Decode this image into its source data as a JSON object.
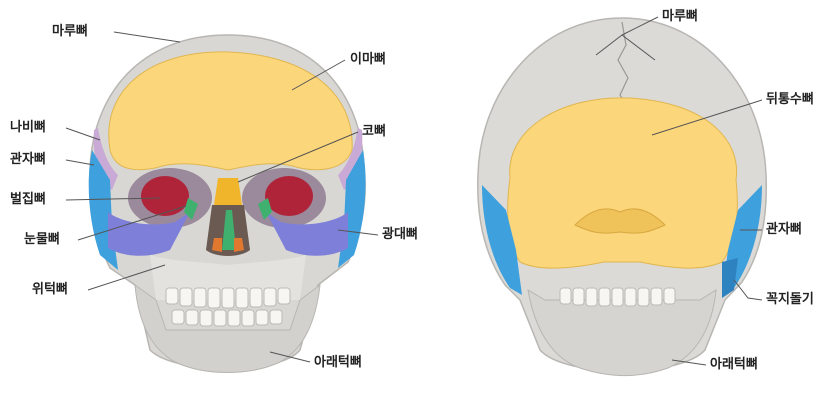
{
  "front_view": {
    "labels": {
      "parietal": "마루뼈",
      "frontal": "이마뼈",
      "sphenoid": "나비뼈",
      "temporal": "관자뼈",
      "ethmoid": "벌집뼈",
      "nasal": "코뼈",
      "lacrimal": "눈물뼈",
      "zygomatic": "광대뼈",
      "maxilla": "위턱뼈",
      "mandible": "아래턱뼈"
    }
  },
  "back_view": {
    "labels": {
      "parietal": "마루뼈",
      "occipital": "뒤통수뼈",
      "temporal": "관자뼈",
      "mastoid": "꼭지돌기",
      "mandible": "아래턱뼈"
    }
  },
  "colors": {
    "bone": "#d8d6d2",
    "bone_light": "#eceae6",
    "frontal": "#fcd67a",
    "temporal": "#3ea0dc",
    "sphenoid": "#c9a9d6",
    "zygomatic": "#7d7fd9",
    "ethmoid": "#b0243a",
    "nasal": "#f0b52a",
    "lacrimal": "#3fb06e",
    "vomer": "#e07830",
    "leader_line": "#555555"
  }
}
